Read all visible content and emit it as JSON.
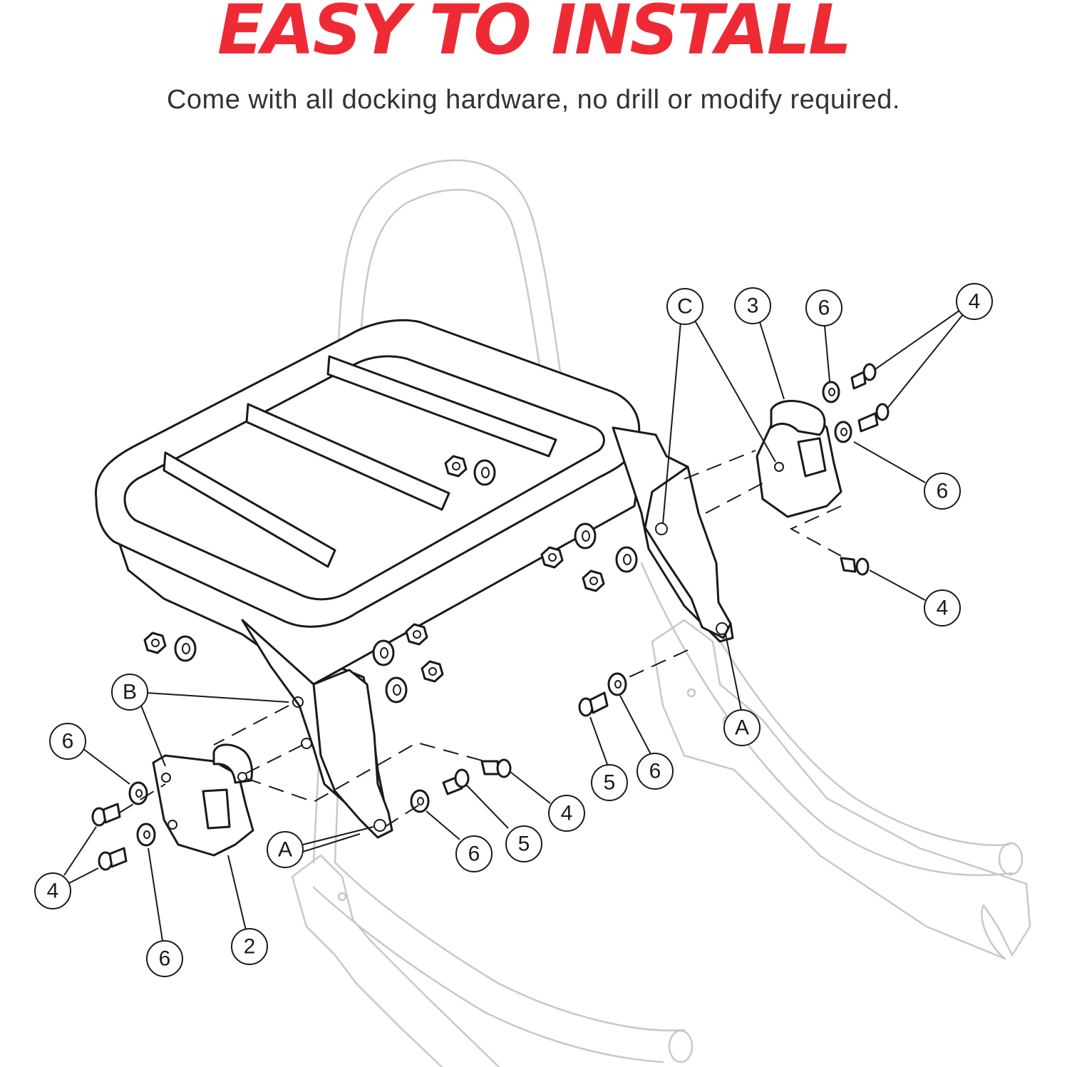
{
  "header": {
    "title": "EASY TO INSTALL",
    "subtitle": "Come with all docking hardware, no drill or modify required."
  },
  "colors": {
    "accent": "#ee2b35",
    "text": "#333333",
    "line": "#1a1a1a",
    "ghost": "#c8c8c8"
  },
  "diagram": {
    "callouts": {
      "c_top": "C",
      "n3": "3",
      "n6_top": "6",
      "n4_top": "4",
      "n6_right": "6",
      "n4_right": "4",
      "a_right": "A",
      "n5_mid": "5",
      "n6_mid": "6",
      "b_left": "B",
      "n6_left": "6",
      "n4_left": "4",
      "n6_bottom": "6",
      "n2": "2",
      "a_left": "A",
      "n6_center": "6",
      "n5_center": "5",
      "n4_center": "4"
    }
  }
}
